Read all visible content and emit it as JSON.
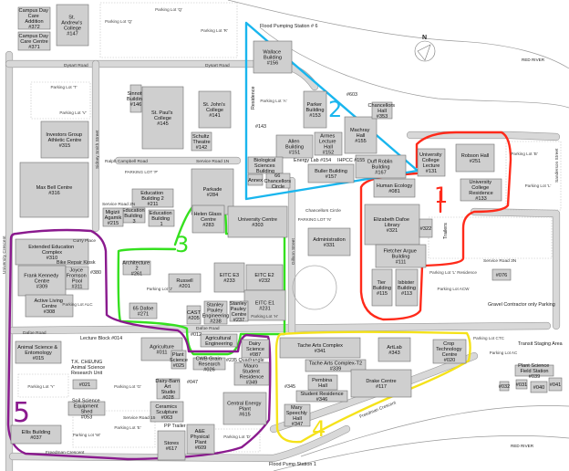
{
  "title": "University of Manitoba Fort Garry Campus Map",
  "colors": {
    "zone1": "#ff2a1a",
    "zone2": "#19b6ee",
    "zone3": "#35e01f",
    "zone4": "#f5e21a",
    "zone5": "#8a1a8e",
    "building": "#cfcfcf"
  },
  "zones": [
    {
      "label": "1"
    },
    {
      "label": "2"
    },
    {
      "label": "3"
    },
    {
      "label": "4"
    },
    {
      "label": "5"
    }
  ],
  "buildings": [
    {
      "name": "Campus Day Care Addition",
      "num": "#372"
    },
    {
      "name": "Campus Day Care Centre",
      "num": "#371"
    },
    {
      "name": "St. Andrew's College",
      "num": "#147"
    },
    {
      "name": "Investors Group Athletic Centre",
      "num": "#315"
    },
    {
      "name": "Max Bell Centre",
      "num": "#316"
    },
    {
      "name": "Sinnott Building",
      "num": "#146"
    },
    {
      "name": "St. Paul's College",
      "num": "#145"
    },
    {
      "name": "St. John's College",
      "num": "#141"
    },
    {
      "name": "Schultz Theatre",
      "num": "#142"
    },
    {
      "name": "Parkade",
      "num": "#284"
    },
    {
      "name": "Education Building 2",
      "num": "#211"
    },
    {
      "name": "Education Building 1",
      "num": ""
    },
    {
      "name": "Education Building 3",
      "num": ""
    },
    {
      "name": "Migizii Agamik",
      "num": "#215"
    },
    {
      "name": "Helen Glass Centre",
      "num": "#283"
    },
    {
      "name": "University Centre",
      "num": "#303"
    },
    {
      "name": "Wallace Building",
      "num": "#156"
    },
    {
      "name": "Parker Building",
      "num": "#153"
    },
    {
      "name": "Allen Building",
      "num": "#151"
    },
    {
      "name": "Armes Lecture Hall",
      "num": "#152"
    },
    {
      "name": "Machray Hall",
      "num": "#155"
    },
    {
      "name": "Buller Building",
      "num": "#157"
    },
    {
      "name": "Biological Sciences Building",
      "num": ""
    },
    {
      "name": "Duff Roblin Building",
      "num": "#167"
    },
    {
      "name": "University College Lecture",
      "num": "#131"
    },
    {
      "name": "Robson Hall",
      "num": "#251"
    },
    {
      "name": "University College Residence",
      "num": "#133"
    },
    {
      "name": "Human Ecology",
      "num": "#081"
    },
    {
      "name": "Elizabeth Dafoe Library",
      "num": "#321"
    },
    {
      "name": "",
      "num": "#322"
    },
    {
      "name": "Fletcher Argue Building",
      "num": "#111"
    },
    {
      "name": "Tier Building",
      "num": "#115"
    },
    {
      "name": "Isbister Building",
      "num": "#113"
    },
    {
      "name": "Administration",
      "num": "#331"
    },
    {
      "name": "Extended Education Complex",
      "num": "#310"
    },
    {
      "name": "Frank Kennedy Centre",
      "num": "#309"
    },
    {
      "name": "Joyce Fromson Pool",
      "num": "#311"
    },
    {
      "name": "Active Living Centre",
      "num": "#308"
    },
    {
      "name": "Architecture 2",
      "num": "#261"
    },
    {
      "name": "Russell",
      "num": "#201"
    },
    {
      "name": "EITC E3",
      "num": "#233"
    },
    {
      "name": "EITC E2",
      "num": "#232"
    },
    {
      "name": "EITC E1",
      "num": "#231"
    },
    {
      "name": "65 Dafoe",
      "num": "#271"
    },
    {
      "name": "CAST",
      "num": "#205"
    },
    {
      "name": "Stanley Pauley Engineering",
      "num": "#238"
    },
    {
      "name": "Stanley Pauley Centre",
      "num": "#237"
    },
    {
      "name": "Animal Science & Entomology",
      "num": "#015"
    },
    {
      "name": "Agriculture",
      "num": "#011"
    },
    {
      "name": "Plant Science",
      "num": "#025"
    },
    {
      "name": "Dairy-Barn Art Studio",
      "num": "#028"
    },
    {
      "name": "Ceramics Sculpture",
      "num": "#063"
    },
    {
      "name": "Soil Science Equipment Shed",
      "num": "#053"
    },
    {
      "name": "Ellis Building",
      "num": "#037"
    },
    {
      "name": "Stores",
      "num": "#617"
    },
    {
      "name": "A&E Physical Plant",
      "num": "#609"
    },
    {
      "name": "Agricultural Engineering",
      "num": ""
    },
    {
      "name": "Dairy Science",
      "num": "#087"
    },
    {
      "name": "CWB Grain Research",
      "num": "#026"
    },
    {
      "name": "Mauro Student Residence",
      "num": "#349"
    },
    {
      "name": "Central Energy Plant",
      "num": "#615"
    },
    {
      "name": "Tache Arts Complex",
      "num": "#341"
    },
    {
      "name": "Tache Arts Complex-T2",
      "num": "#339"
    },
    {
      "name": "ArtLab",
      "num": "#343"
    },
    {
      "name": "Drake Centre",
      "num": "#117"
    },
    {
      "name": "Pembina Hall",
      "num": ""
    },
    {
      "name": "Student Residence",
      "num": "#346"
    },
    {
      "name": "Mary Speechly Hall",
      "num": "#347"
    },
    {
      "name": "Crop Technology Centre",
      "num": "#020"
    },
    {
      "name": "",
      "num": "#076"
    },
    {
      "name": "Plant Science Field Station",
      "num": "#039"
    },
    {
      "name": "",
      "num": "#021"
    },
    {
      "name": "",
      "num": "#031"
    },
    {
      "name": "",
      "num": "#040"
    },
    {
      "name": "",
      "num": "#041"
    },
    {
      "name": "",
      "num": "#032"
    },
    {
      "name": "Chancellors Hall",
      "num": "#353"
    },
    {
      "name": "Annex",
      "num": ""
    },
    {
      "name": "66 Chancellors Circle",
      "num": ""
    }
  ],
  "small_labels": [
    {
      "text": "#143"
    },
    {
      "text": "Residence"
    },
    {
      "text": "Energy Lab #154"
    },
    {
      "text": "IHPCC #155"
    },
    {
      "text": "#603"
    },
    {
      "text": "Bike Repair Kiosk #380"
    },
    {
      "text": "Lecture Block #014"
    },
    {
      "text": "T.K. CHEUNG Animal Science Research Unit"
    },
    {
      "text": "#012"
    },
    {
      "text": "#235 Quadrangle"
    },
    {
      "text": "#047"
    },
    {
      "text": "PP Trailer"
    },
    {
      "text": "#345"
    },
    {
      "text": "Trailers"
    },
    {
      "text": "Transit Staging Area"
    },
    {
      "text": "Gravel Contractor only Parking"
    }
  ],
  "roads": [
    {
      "text": "Dysart Road"
    },
    {
      "text": "Dysart Road"
    },
    {
      "text": "Dafoe Road"
    },
    {
      "text": "Dafoe Road"
    },
    {
      "text": "Freedman Crescent"
    },
    {
      "text": "Freedman Crescent"
    },
    {
      "text": "University Crescent"
    },
    {
      "text": "Sidney Smith Street"
    },
    {
      "text": "Gillson Street"
    },
    {
      "text": "Service Road 3N"
    },
    {
      "text": "Service Road 15"
    },
    {
      "text": "Ralph Campbell Road"
    },
    {
      "text": "Chancellors Circle"
    },
    {
      "text": "Curry Place"
    },
    {
      "text": "Sanderson Street"
    },
    {
      "text": "Service Road 1N"
    },
    {
      "text": "Service Road 2N"
    }
  ],
  "parking": [
    {
      "text": "Parking Lot 'Q'"
    },
    {
      "text": "Parking Lot 'Q'"
    },
    {
      "text": "Parking Lot 'R'"
    },
    {
      "text": "Parking Lot 'T'"
    },
    {
      "text": "Parking Lot 'V'"
    },
    {
      "text": "PARKING LOT 'P'"
    },
    {
      "text": "Parking Lot 'A'"
    },
    {
      "text": "Parking Lot 'B'"
    },
    {
      "text": "Parking Lot 'L'"
    },
    {
      "text": "Parking Lot 'J'"
    },
    {
      "text": "Parking Lot ALC"
    },
    {
      "text": "Parking Lot 'Y'"
    },
    {
      "text": "Parking Lot 'G'"
    },
    {
      "text": "Parking Lot 'E'"
    },
    {
      "text": "Parking Lot 'W'"
    },
    {
      "text": "Parking Lot 'D'"
    },
    {
      "text": "Parking Lot 'L' Residence"
    },
    {
      "text": "Parking Lot ACW"
    },
    {
      "text": "Parking Lot AC"
    },
    {
      "text": "Parking Lot CTC"
    },
    {
      "text": "PARKING LOT 'N'"
    },
    {
      "text": "Parking Lot 'H'"
    }
  ],
  "landmarks": {
    "flood_station_6": "Flood Pumping Station # 6",
    "flood_station_1": "Flood Pump Station 1",
    "river_top": "RED RIVER",
    "river_bottom": "RED RIVER",
    "north": "N"
  }
}
